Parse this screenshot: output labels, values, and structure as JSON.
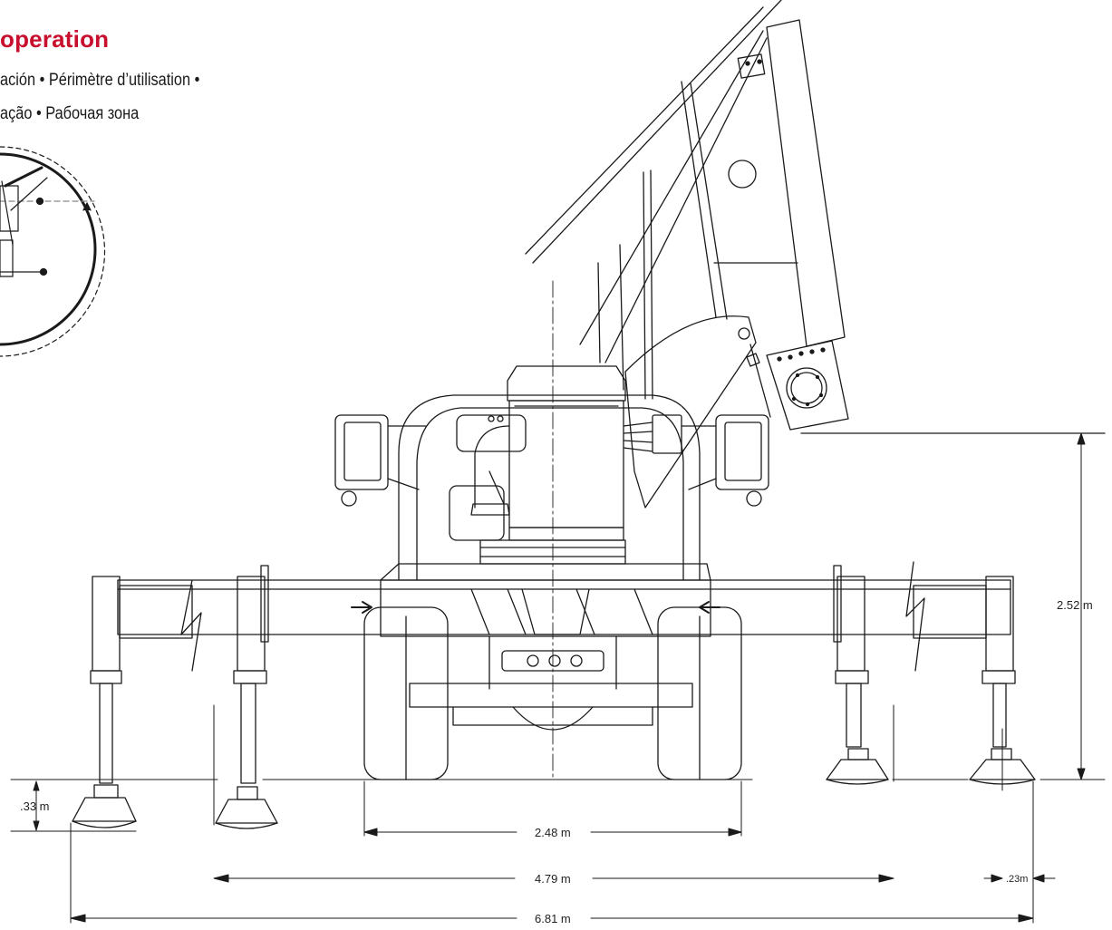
{
  "title": {
    "heading": "operation",
    "line1": "ación • Périmètre d’utilisation •",
    "line2": "ação • Рабочая зона"
  },
  "dimensions": {
    "height_right": "2.52 m",
    "lift_left": ".33 m",
    "track_width": "2.48 m",
    "inner_spread": "4.79 m",
    "outer_spread": "6.81 m",
    "pad_offset": ".23m"
  },
  "colors": {
    "heading": "#c8102e",
    "line": "#1a1a1a"
  }
}
